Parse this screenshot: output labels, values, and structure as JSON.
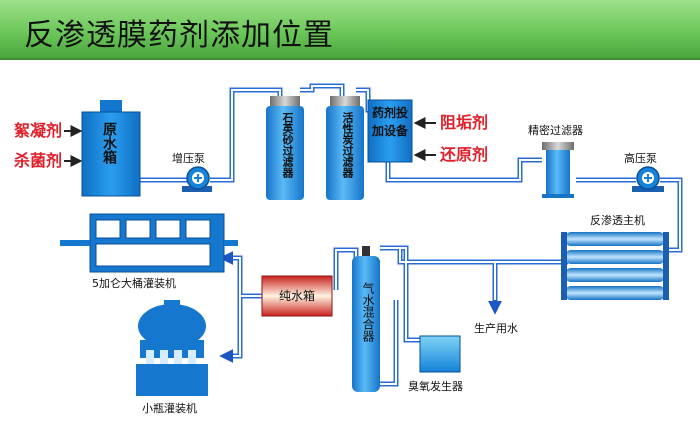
{
  "title": "反渗透膜药剂添加位置",
  "labels": {
    "flocculant": "絮凝剂",
    "bactericide": "杀菌剂",
    "raw_tank": "原水箱",
    "booster_pump": "增压泵",
    "quartz_filter": "石英砂过滤器",
    "carbon_filter": "活性炭过滤器",
    "dosing_device": "药剂投加设备",
    "antiscalant": "阻垢剂",
    "reducer": "还原剂",
    "precision_filter": "精密过滤器",
    "high_pressure_pump": "高压泵",
    "ro_main": "反渗透主机",
    "barrel_filler": "5加仑大桶灌装机",
    "pure_tank": "纯水箱",
    "mixing_tower": "气水混合器",
    "production_water": "生产用水",
    "ozone_generator": "臭氧发生器",
    "bottle_filler": "小瓶灌装机"
  },
  "colors": {
    "pipe": "#2a6cd6",
    "equipment": "#1683d8",
    "chemical_text": "#e0202a"
  }
}
